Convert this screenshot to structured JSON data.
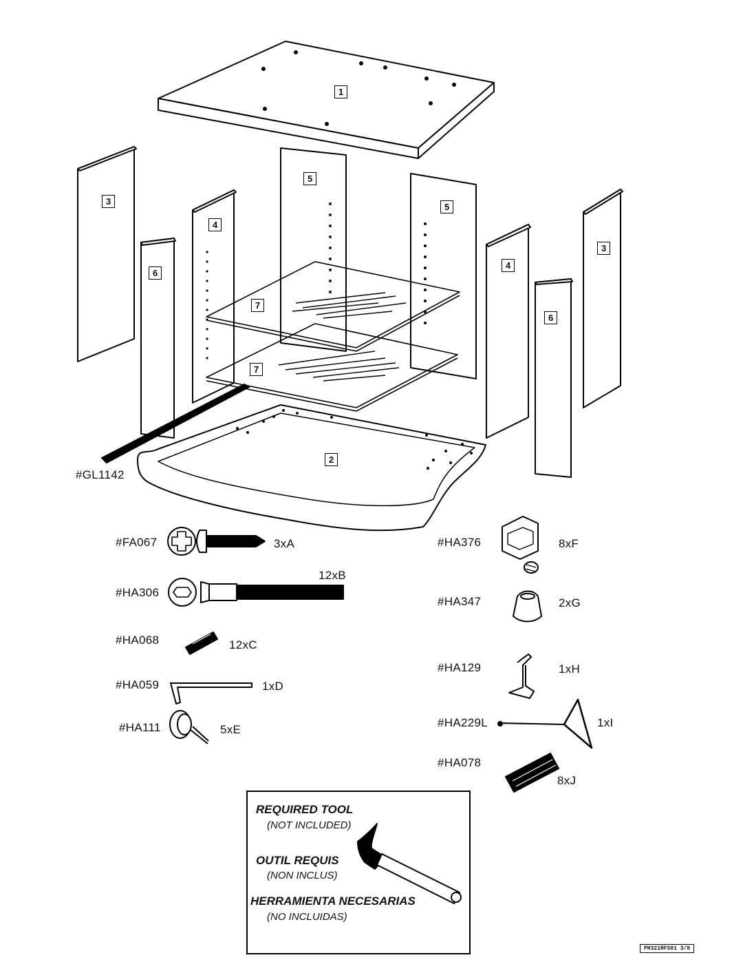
{
  "panel_numbers": {
    "top": "1",
    "bottom": "2",
    "side_left_outer": "3",
    "side_right_outer": "3",
    "side_left_mid": "4",
    "side_right_mid": "4",
    "back_left": "5",
    "back_right": "5",
    "front_left": "6",
    "front_right": "6",
    "shelf_upper": "7",
    "shelf_lower": "7"
  },
  "glass_code": "#GL1142",
  "hardware_left": [
    {
      "code": "#FA067",
      "qty": "3xA"
    },
    {
      "code": "#HA306",
      "qty": "12xB"
    },
    {
      "code": "#HA068",
      "qty": "12xC"
    },
    {
      "code": "#HA059",
      "qty": "1xD"
    },
    {
      "code": "#HA111",
      "qty": "5xE"
    }
  ],
  "hardware_right": [
    {
      "code": "#HA376",
      "qty": "8xF"
    },
    {
      "code": "#HA347",
      "qty": "2xG"
    },
    {
      "code": "#HA129",
      "qty": "1xH"
    },
    {
      "code": "#HA229L",
      "qty": "1xI"
    },
    {
      "code": "#HA078",
      "qty": "8xJ"
    }
  ],
  "tool_box": {
    "en_title": "REQUIRED TOOL",
    "en_sub": "(NOT INCLUDED)",
    "fr_title": "OUTIL REQUIS",
    "fr_sub": "(NON INCLUS)",
    "es_title": "HERRAMIENTA NECESARIAS",
    "es_sub": "(NO INCLUIDAS)"
  },
  "page_tag": "PH321RFS01   3/8"
}
